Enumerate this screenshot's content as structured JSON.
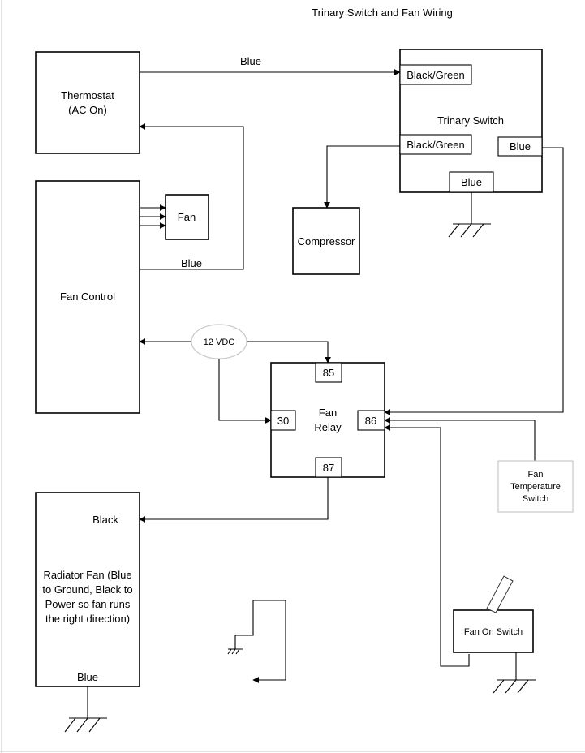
{
  "title": "Trinary Switch and Fan Wiring",
  "components": {
    "thermostat": {
      "line1": "Thermostat",
      "line2": "(AC On)"
    },
    "fan_control": {
      "label": "Fan Control"
    },
    "fan": {
      "label": "Fan"
    },
    "trinary_switch": {
      "label": "Trinary Switch",
      "pin_black_green_top": "Black/Green",
      "pin_black_green_mid": "Black/Green",
      "pin_blue_right": "Blue",
      "pin_blue_bottom": "Blue"
    },
    "compressor": {
      "label": "Compressor"
    },
    "fan_relay": {
      "line1": "Fan",
      "line2": "Relay",
      "pin_85": "85",
      "pin_30": "30",
      "pin_86": "86",
      "pin_87": "87"
    },
    "power_source": {
      "label": "12 VDC"
    },
    "fan_temp_switch": {
      "line1": "Fan",
      "line2": "Temperature",
      "line3": "Switch"
    },
    "radiator_fan": {
      "black_label": "Black",
      "line1": "Radiator Fan (Blue",
      "line2": "to Ground, Black to",
      "line3": "Power so fan runs",
      "line4": "the right direction)",
      "blue_label": "Blue"
    },
    "fan_on_switch": {
      "label": "Fan On Switch"
    }
  },
  "wire_labels": {
    "thermostat_to_trinary": "Blue",
    "trinary_to_fan_control": "Blue"
  }
}
